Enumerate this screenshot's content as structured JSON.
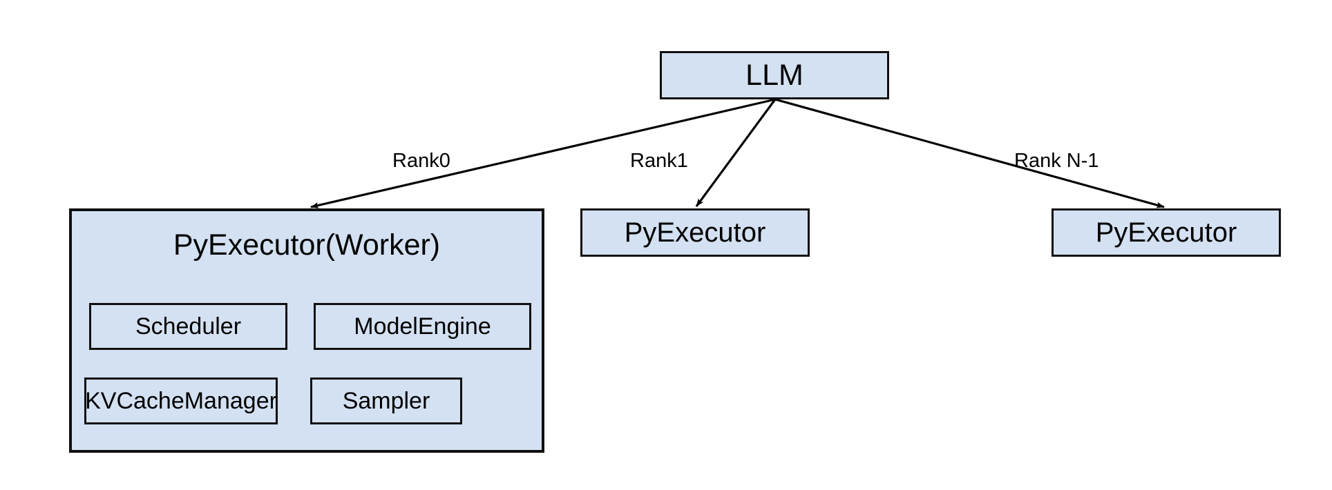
{
  "diagram": {
    "type": "block-architecture",
    "background_color": "#ffffff",
    "node_fill_color": "#d4e1f2",
    "node_border_color": "#0f0f0f",
    "edge_color": "#000000",
    "root": {
      "label": "LLM"
    },
    "edges": [
      {
        "label": "Rank0",
        "from": "LLM",
        "to": "PyExecutor(Worker)"
      },
      {
        "label": "Rank1",
        "from": "LLM",
        "to": "PyExecutor"
      },
      {
        "label": "Rank N-1",
        "from": "LLM",
        "to": "PyExecutor"
      }
    ],
    "workers": [
      {
        "label": "PyExecutor(Worker)",
        "rank": "Rank0",
        "components": [
          {
            "label": "Scheduler"
          },
          {
            "label": "ModelEngine"
          },
          {
            "label": "KVCacheManager"
          },
          {
            "label": "Sampler"
          }
        ]
      },
      {
        "label": "PyExecutor",
        "rank": "Rank1",
        "components": []
      },
      {
        "label": "PyExecutor",
        "rank": "Rank N-1",
        "components": []
      }
    ]
  }
}
